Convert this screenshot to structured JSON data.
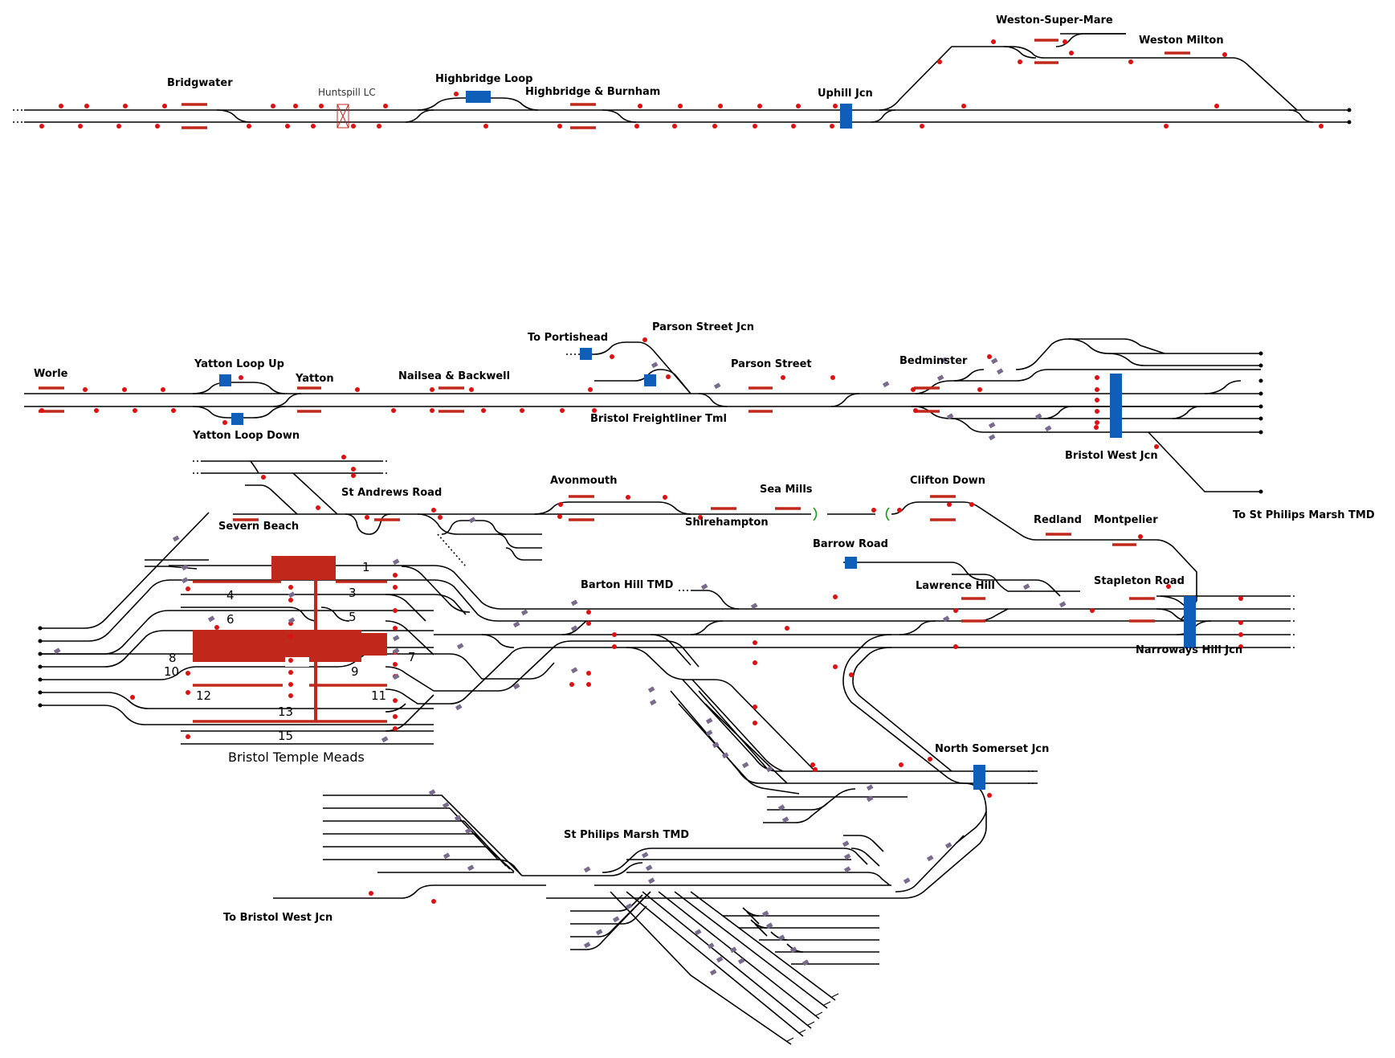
{
  "labels": {
    "bridgwater": "Bridgwater",
    "huntspill_lc": "Huntspill LC",
    "highbridge_loop": "Highbridge Loop",
    "highbridge_burnham": "Highbridge & Burnham",
    "uphill_jcn": "Uphill Jcn",
    "weston_super_mare": "Weston-Super-Mare",
    "weston_milton": "Weston Milton",
    "to_portishead": "To Portishead",
    "parson_street_jcn": "Parson Street Jcn",
    "worle": "Worle",
    "yatton_loop_up": "Yatton Loop Up",
    "yatton": "Yatton",
    "nailsea_backwell": "Nailsea & Backwell",
    "parson_street": "Parson Street",
    "bedminster": "Bedminster",
    "yatton_loop_down": "Yatton Loop Down",
    "bristol_freightliner_tml": "Bristol Freightliner Tml",
    "bristol_west_jcn": "Bristol West Jcn",
    "st_andrews_road": "St Andrews Road",
    "avonmouth": "Avonmouth",
    "sea_mills": "Sea Mills",
    "clifton_down": "Clifton Down",
    "severn_beach": "Severn Beach",
    "shirehampton": "Shirehampton",
    "redland": "Redland",
    "montpelier": "Montpelier",
    "to_st_philips_marsh_tmd": "To St Philips Marsh TMD",
    "barrow_road": "Barrow Road",
    "barton_hill_tmd": "Barton Hill TMD",
    "lawrence_hill": "Lawrence Hill",
    "stapleton_road": "Stapleton Road",
    "narroways_hill_jcn": "Narroways Hill Jcn",
    "north_somerset_jcn": "North Somerset Jcn",
    "st_philips_marsh_tmd": "St Philips Marsh TMD",
    "to_bristol_west_jcn": "To Bristol West Jcn",
    "bristol_temple_meads": "Bristol Temple Meads"
  },
  "platform_numbers": [
    "1",
    "3",
    "4",
    "5",
    "6",
    "7",
    "8",
    "9",
    "10",
    "11",
    "12",
    "13",
    "15"
  ],
  "colors": {
    "track": "#000000",
    "platform": "#c0281c",
    "signal": "#e01010",
    "shunt_signal": "#7a6a8e",
    "block_marker": "#0f5fb8",
    "buffer_green": "#1a9a1a"
  }
}
